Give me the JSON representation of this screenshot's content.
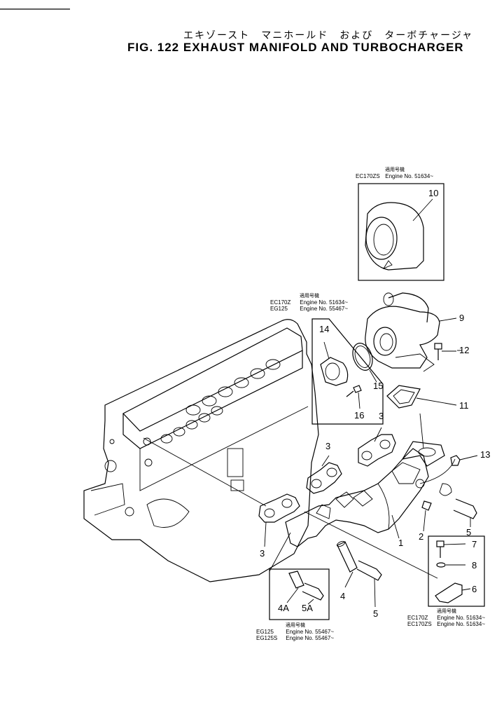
{
  "title": {
    "japanese": "エキゾースト　マニホールド　および　ターボチャージャ",
    "english": "FIG. 122   EXHAUST  MANIFOLD  AND  TURBOCHARGER"
  },
  "applicability_notes": {
    "turbo_housing": {
      "heading": "適用号機",
      "rows": [
        {
          "model": "EC170ZS",
          "label": "Engine",
          "no": "No.",
          "serial": "51634~"
        }
      ]
    },
    "outlet_elbow": {
      "heading": "適用号機",
      "rows": [
        {
          "model": "EC170Z",
          "label": "Engine",
          "no": "No.",
          "serial": "51634~"
        },
        {
          "model": "EG125",
          "label": "Engine",
          "no": "No.",
          "serial": "55467~"
        }
      ]
    },
    "pipe_stud": {
      "heading": "適用号機",
      "rows": [
        {
          "model": "EG125",
          "label": "Engine",
          "no": "No.",
          "serial": "55467~"
        },
        {
          "model": "EG125S",
          "label": "Engine",
          "no": "No.",
          "serial": "55467~"
        }
      ]
    },
    "bracket": {
      "heading": "適用号機",
      "rows": [
        {
          "model": "EC170Z",
          "label": "Engine",
          "no": "No.",
          "serial": "51634~"
        },
        {
          "model": "EC170ZS",
          "label": "Engine",
          "no": "No.",
          "serial": "51634~"
        }
      ]
    }
  },
  "callouts": {
    "c1": "1",
    "c2": "2",
    "c3a": "3",
    "c3b": "3",
    "c3c": "3",
    "c4": "4",
    "c4a": "4A",
    "c5a": "5",
    "c5b": "5",
    "c5c": "5A",
    "c6": "6",
    "c7": "7",
    "c8": "8",
    "c9": "9",
    "c10": "10",
    "c11": "11",
    "c12": "12",
    "c13": "13",
    "c14": "14",
    "c15": "15",
    "c16": "16"
  }
}
